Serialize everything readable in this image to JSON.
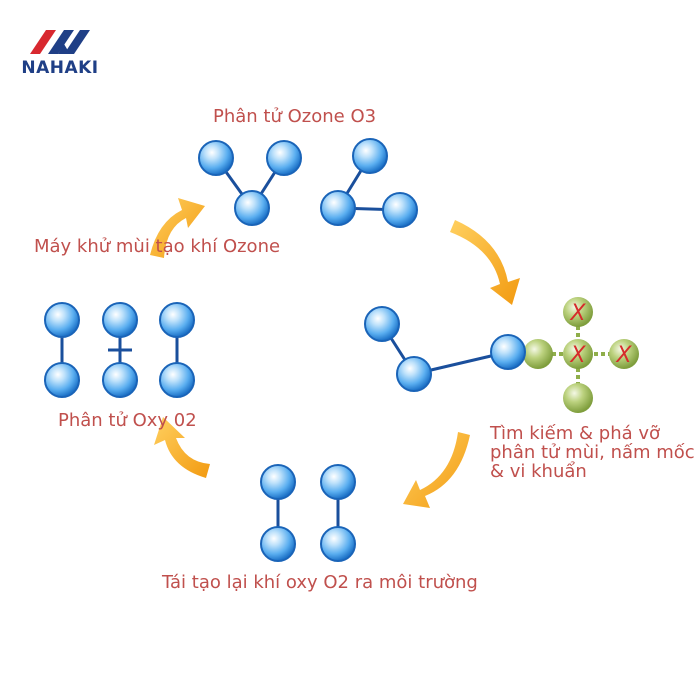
{
  "brand": {
    "name": "NAHAKI",
    "mark_color": "#d8282f",
    "text_color": "#1f3f86"
  },
  "labels": {
    "ozone": "Phân tử Ozone O3",
    "generator": "Máy khử mùi tạo khí Ozone",
    "oxygen": "Phân tử Oxy 02",
    "destroy": [
      "Tìm kiếm & phá vỡ",
      "phân tử mùi, nấm mốc",
      "& vi khuẩn"
    ],
    "regenerate": "Tái tạo lại khí oxy O2 ra môi trường"
  },
  "colors": {
    "label": "#c0504d",
    "molecule": "#2f86d8",
    "bond": "#1a4f9c",
    "germ": "#9ebf5b",
    "cross": "#d62b2b",
    "arrow": "#f5a21a"
  },
  "icons": {
    "cross_mark": "X"
  }
}
